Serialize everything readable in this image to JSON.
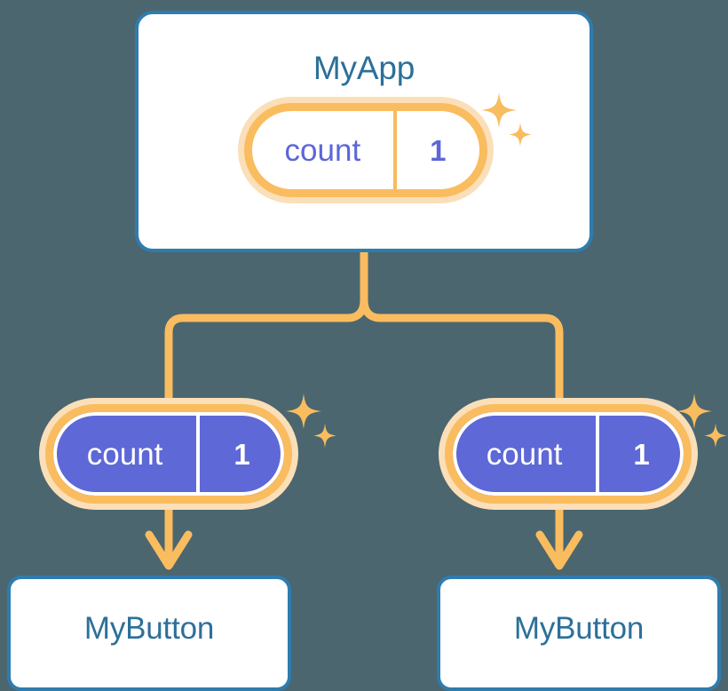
{
  "diagram": {
    "type": "component-state-tree",
    "background_color": "#4b666f",
    "accent_orange": "#f9bc5f",
    "accent_orange_soft": "#fbdfb9",
    "accent_blue": "#2f7cae",
    "accent_purple": "#5e68d6",
    "title_color": "#2c7099"
  },
  "root": {
    "name": "root-component",
    "label": "MyApp",
    "state": {
      "key": "count",
      "value": "1",
      "style": "outline"
    }
  },
  "children": [
    {
      "name": "child-component-left",
      "label": "MyButton",
      "state": {
        "key": "count",
        "value": "1",
        "style": "filled"
      }
    },
    {
      "name": "child-component-right",
      "label": "MyButton",
      "state": {
        "key": "count",
        "value": "1",
        "style": "filled"
      }
    }
  ],
  "connectors": {
    "branch_color": "#f9bc5f",
    "stem_label": "",
    "arrow_color": "#f9bc5f"
  },
  "decorations": {
    "sparkle_color": "#f9bc5f",
    "sparkle_groups": 3
  }
}
